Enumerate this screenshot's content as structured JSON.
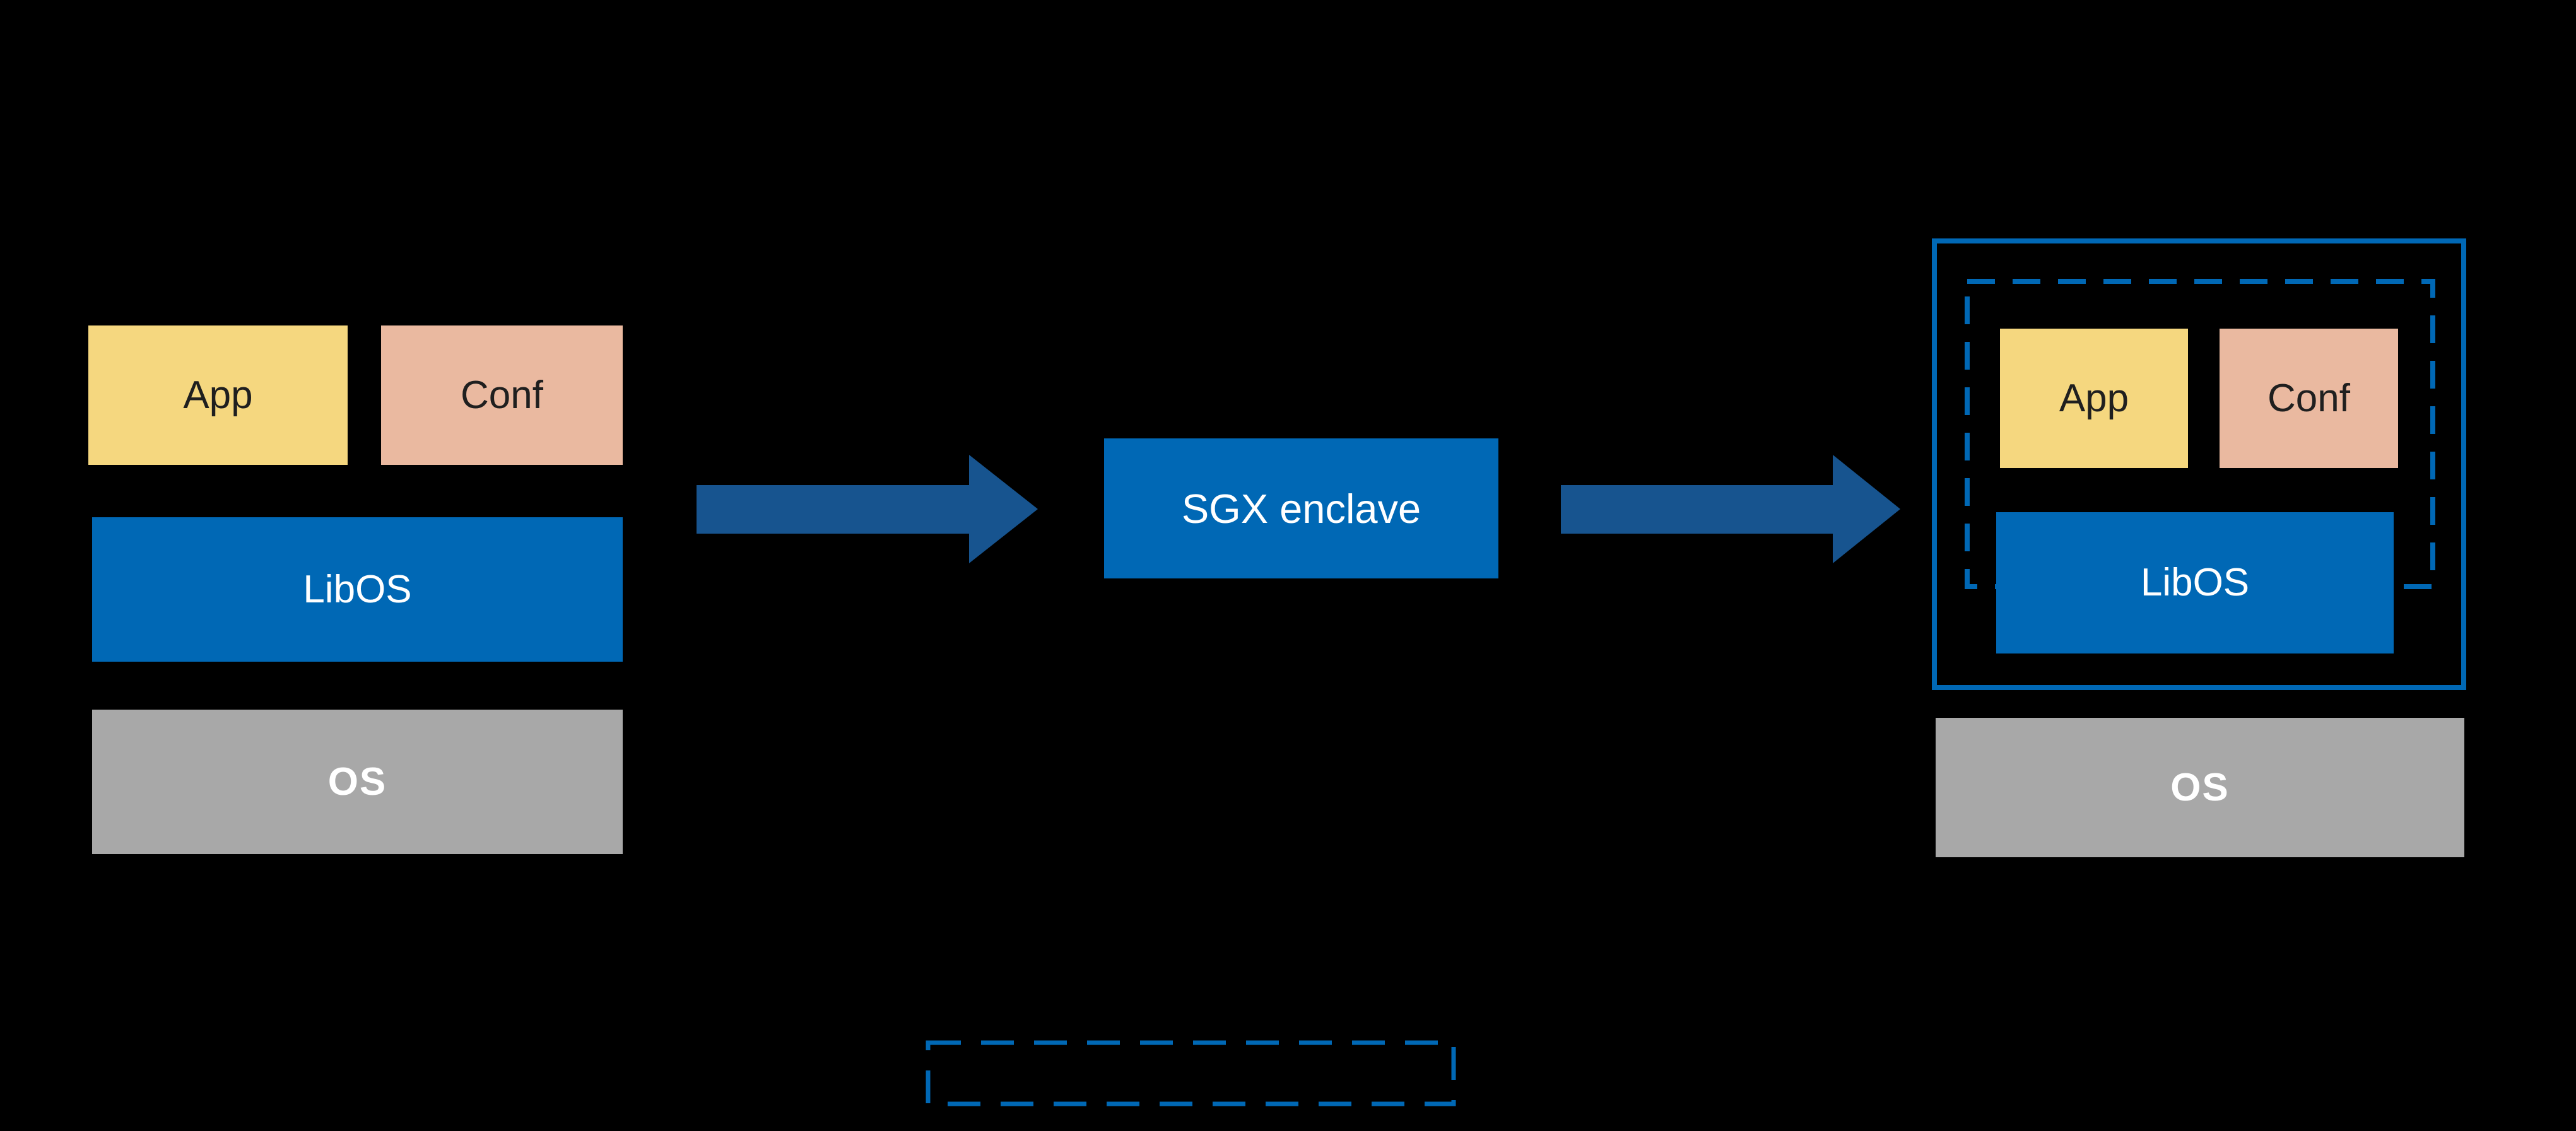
{
  "colors": {
    "background": "#000000",
    "app_fill": "#f5d77f",
    "conf_fill": "#eab9a0",
    "primary_blue": "#0068b5",
    "os_gray": "#a8a8a8",
    "arrow_blue": "#17548f",
    "boundary_blue": "#0068b5",
    "dark_text": "#1f1f1f",
    "light_text": "#ffffff"
  },
  "left_stack": {
    "app_label": "App",
    "conf_label": "Conf",
    "libos_label": "LibOS",
    "os_label": "OS"
  },
  "pipeline": {
    "sgx_enclave_label": "SGX enclave"
  },
  "right_stack": {
    "app_label": "App",
    "conf_label": "Conf",
    "libos_label": "LibOS",
    "os_label": "OS"
  }
}
